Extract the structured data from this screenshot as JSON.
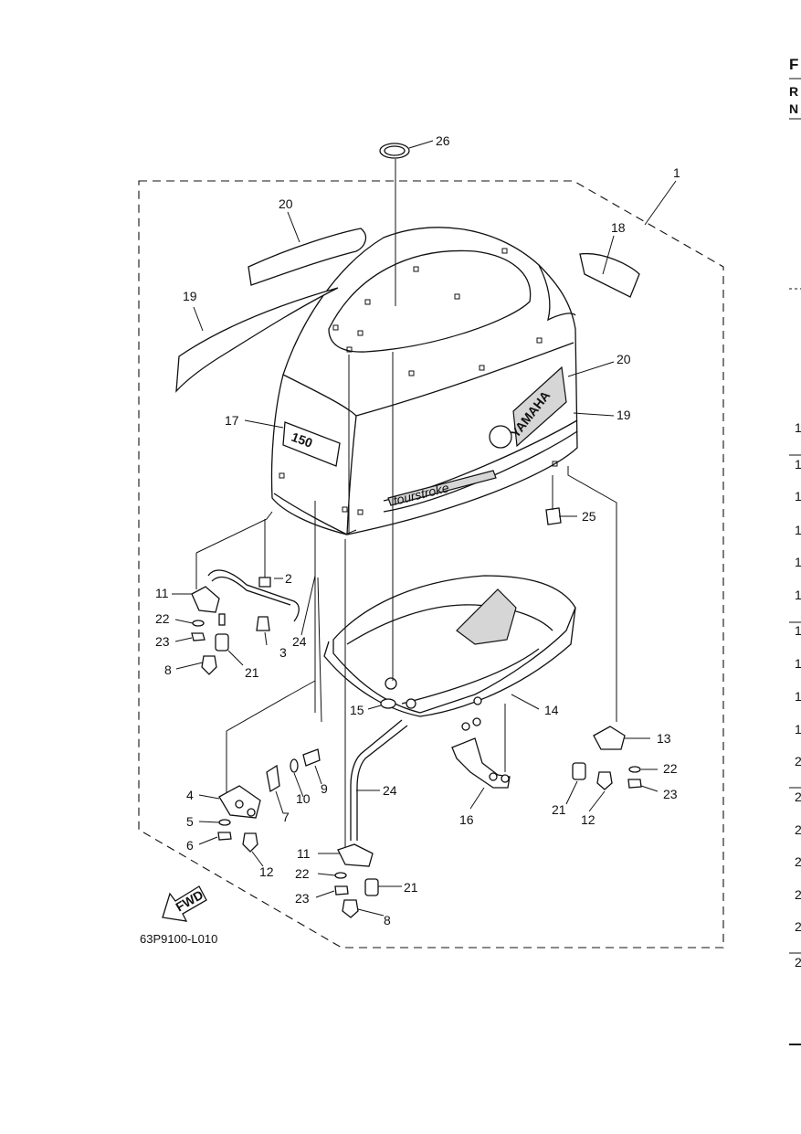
{
  "diagram_code": "63P9100-L010",
  "fwd_label": "FWD",
  "badge_150": "150",
  "brand_text": "YAMAHA",
  "fourstroke_text": "fourstroke",
  "right_edge": {
    "header": [
      "F",
      "R",
      "N"
    ],
    "numbers": [
      "1",
      "1",
      "1",
      "1",
      "1",
      "1",
      "1",
      "1",
      "1",
      "1",
      "2",
      "2",
      "2",
      "2",
      "2",
      "2",
      "2"
    ]
  },
  "callouts": [
    {
      "id": "c1",
      "text": "1"
    },
    {
      "id": "c2",
      "text": "2"
    },
    {
      "id": "c3",
      "text": "3"
    },
    {
      "id": "c4",
      "text": "4"
    },
    {
      "id": "c5",
      "text": "5"
    },
    {
      "id": "c6",
      "text": "6"
    },
    {
      "id": "c7",
      "text": "7"
    },
    {
      "id": "c8a",
      "text": "8"
    },
    {
      "id": "c8b",
      "text": "8"
    },
    {
      "id": "c9",
      "text": "9"
    },
    {
      "id": "c10",
      "text": "10"
    },
    {
      "id": "c11a",
      "text": "11"
    },
    {
      "id": "c11b",
      "text": "11"
    },
    {
      "id": "c12a",
      "text": "12"
    },
    {
      "id": "c12b",
      "text": "12"
    },
    {
      "id": "c13",
      "text": "13"
    },
    {
      "id": "c14",
      "text": "14"
    },
    {
      "id": "c15",
      "text": "15"
    },
    {
      "id": "c16",
      "text": "16"
    },
    {
      "id": "c17",
      "text": "17"
    },
    {
      "id": "c18",
      "text": "18"
    },
    {
      "id": "c19a",
      "text": "19"
    },
    {
      "id": "c19b",
      "text": "19"
    },
    {
      "id": "c20a",
      "text": "20"
    },
    {
      "id": "c20b",
      "text": "20"
    },
    {
      "id": "c21a",
      "text": "21"
    },
    {
      "id": "c21b",
      "text": "21"
    },
    {
      "id": "c21c",
      "text": "21"
    },
    {
      "id": "c22a",
      "text": "22"
    },
    {
      "id": "c22b",
      "text": "22"
    },
    {
      "id": "c22c",
      "text": "22"
    },
    {
      "id": "c23a",
      "text": "23"
    },
    {
      "id": "c23b",
      "text": "23"
    },
    {
      "id": "c23c",
      "text": "23"
    },
    {
      "id": "c24a",
      "text": "24"
    },
    {
      "id": "c24b",
      "text": "24"
    },
    {
      "id": "c25",
      "text": "25"
    },
    {
      "id": "c26",
      "text": "26"
    }
  ]
}
